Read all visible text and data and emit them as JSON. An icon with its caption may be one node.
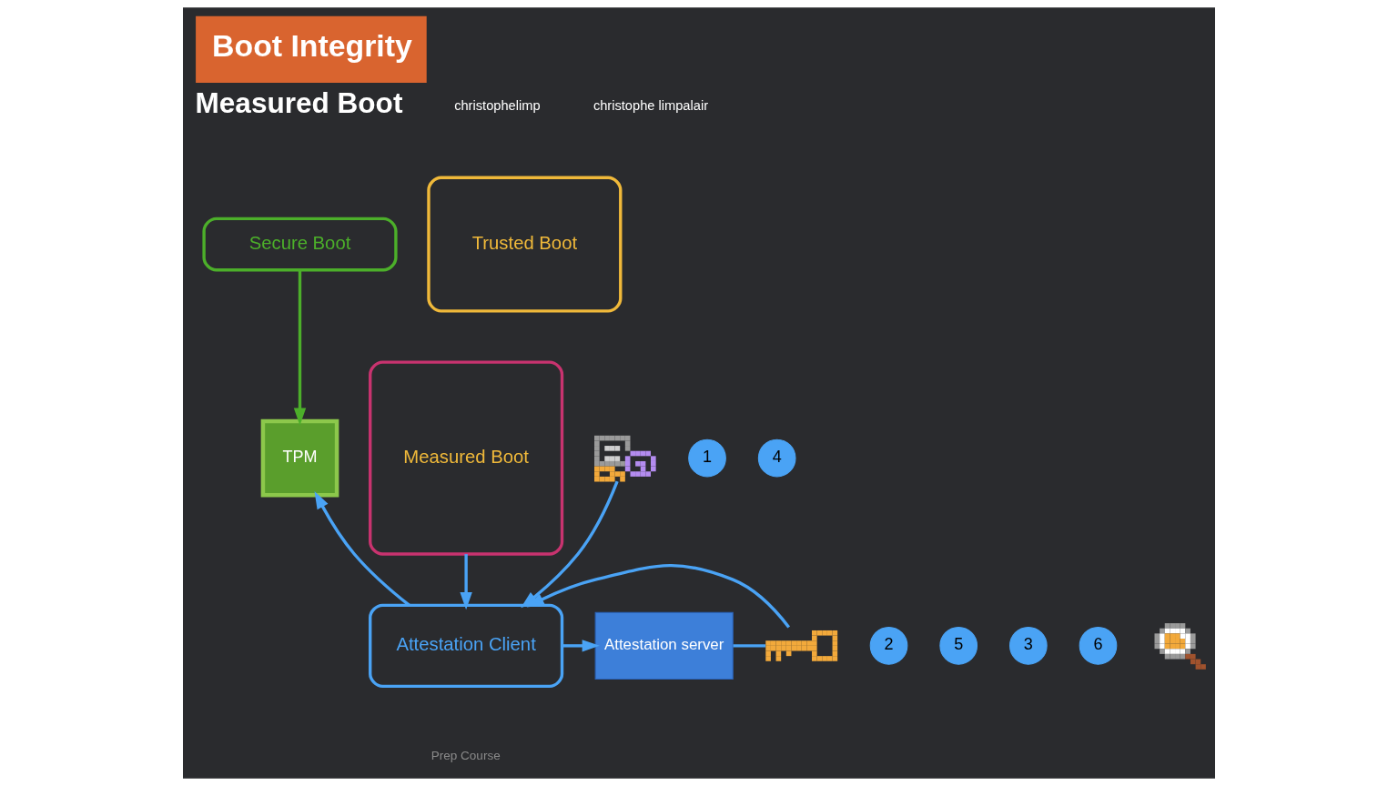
{
  "diagram": {
    "title": "Boot Integrity",
    "nodes": [
      {
        "text": [
          "Secure Boot"
        ]
      },
      {
        "text": [
          "Measured Boot"
        ]
      },
      {
        "text": [
          "Trusted Boot"
        ]
      },
      {
        "text": [
          "1"
        ]
      },
      {
        "text": [
          "TPM"
        ]
      },
      {
        "text": [
          "4"
        ]
      },
      {
        "text": [],
        "shape": "picture"
      },
      {
        "text": [
          "2"
        ]
      },
      {
        "text": [
          "Attestation Client"
        ]
      },
      {
        "text": [
          "5"
        ]
      },
      {
        "text": [
          "3"
        ]
      },
      {
        "text": [
          "Attestation server"
        ]
      },
      {
        "text": [
          "6"
        ]
      },
      {
        "text": [],
        "shape": "picture"
      },
      {
        "text": [],
        "shape": "picture"
      }
    ],
    "edges": [
      {
        "from": 0,
        "to": 4,
        "arrow": "to",
        "color": "#4caf2a"
      },
      {
        "from": 1,
        "to": 8,
        "arrow": "to"
      },
      {
        "from": 8,
        "to": 4,
        "arrow": "to"
      },
      {
        "from": 6,
        "to": 8,
        "arrow": "to"
      },
      {
        "from": 8,
        "to": 11,
        "arrow": "to"
      },
      {
        "from": 11,
        "to": 14,
        "arrow": "none"
      },
      {
        "from": 14,
        "to": 8,
        "arrow": "to"
      }
    ],
    "labels": [
      "Measured Boot",
      "christophelimp",
      "christophe limpalair",
      "Prep Course"
    ]
  }
}
